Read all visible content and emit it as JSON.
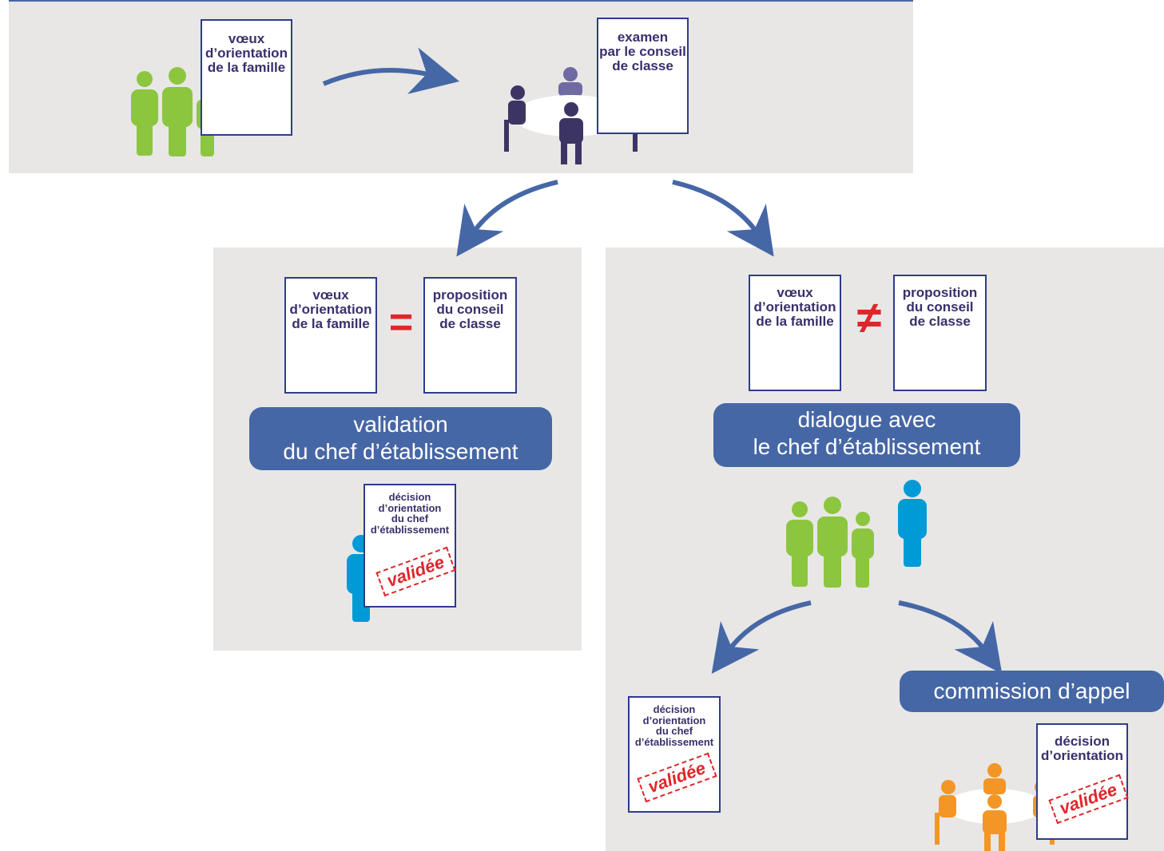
{
  "colors": {
    "panel": "#e8e7e5",
    "doc_border": "#2e3c8c",
    "doc_text": "#3a2f6b",
    "pill": "#4667a6",
    "arrow": "#4667a6",
    "family": "#8cc63f",
    "chef": "#009bd6",
    "council": "#3c3564",
    "appeal": "#f39625",
    "stamp": "#e0262b"
  },
  "top": {
    "voeux_doc": "vœux\nd’orientation\nde la famille",
    "examen_doc": "examen\npar le conseil\nde classe",
    "icons": [
      "family-icon",
      "arrow-icon",
      "council-table-icon"
    ]
  },
  "left": {
    "voeux_doc": "vœux\nd’orientation\nde la famille",
    "equal_sign": "=",
    "proposition_doc": "proposition\ndu conseil\nde classe",
    "pill": "validation\ndu chef d’établissement",
    "decision_doc": "décision\nd’orientation\ndu chef\nd’établissement",
    "stamp": "validée",
    "icons": [
      "chef-icon"
    ]
  },
  "right": {
    "voeux_doc": "vœux\nd’orientation\nde la famille",
    "not_equal_sign": "≠",
    "proposition_doc": "proposition\ndu conseil\nde classe",
    "pill": "dialogue avec\nle chef d’établissement",
    "decision_doc": "décision\nd’orientation\ndu chef\nd’établissement",
    "stamp1": "validée",
    "appeal_pill": "commission d’appel",
    "appeal_doc": "décision\nd’orientation",
    "stamp2": "validée",
    "icons": [
      "family-icon",
      "chef-icon",
      "appeal-table-icon"
    ]
  }
}
